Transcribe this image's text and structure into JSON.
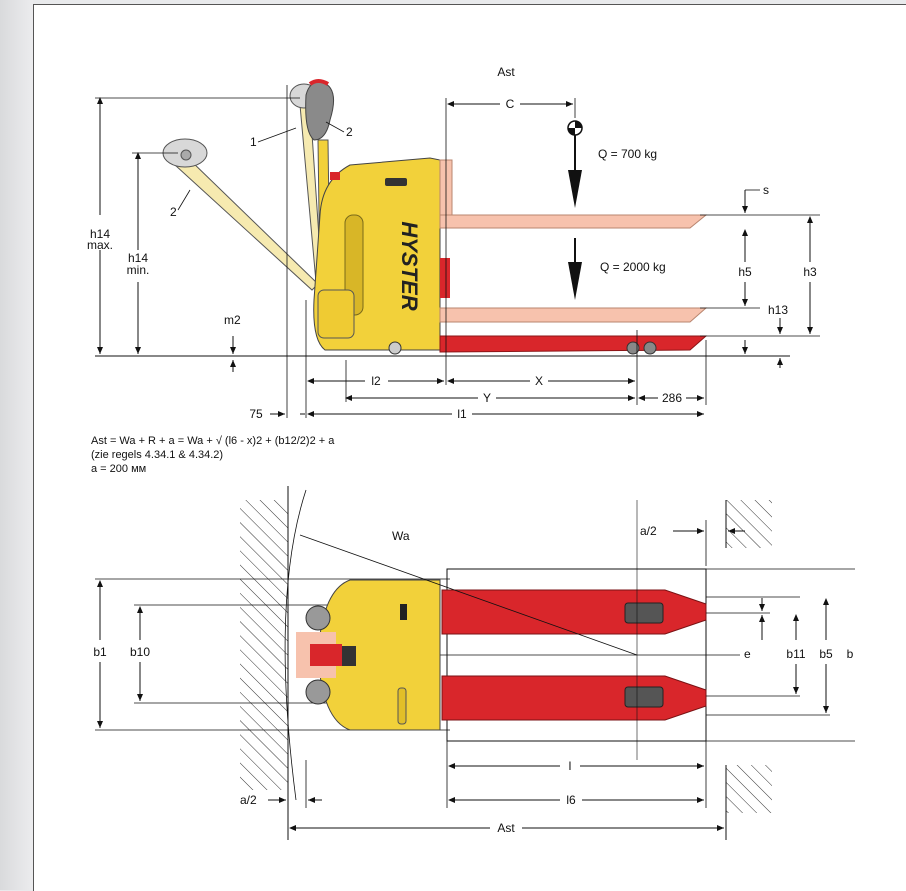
{
  "colors": {
    "truck_yellow": "#f2d13a",
    "fork_red": "#d9262b",
    "fork_pink": "#f7c2ad",
    "line": "#111111",
    "background": "#e9eaec"
  },
  "side_view": {
    "title_ast": "Ast",
    "brand": "HYSTER",
    "labels": {
      "c": "C",
      "load_700": "Q = 700 kg",
      "load_2000": "Q = 2000 kg",
      "s": "s",
      "h14_max_a": "h14",
      "h14_max_b": "max.",
      "h14_min_a": "h14",
      "h14_min_b": "min.",
      "h5": "h5",
      "h3": "h3",
      "h13": "h13",
      "m2": "m2",
      "one": "1",
      "two_a": "2",
      "two_b": "2",
      "l2": "l2",
      "x": "X",
      "y": "Y",
      "l1": "l1",
      "d75": "75",
      "d286": "286"
    }
  },
  "formula": {
    "line1": "Ast = Wa + R + a = Wa + √ (l6 - x)2 + (b12/2)2 + a",
    "line2": "(zie regels 4.34.1 & 4.34.2)",
    "line3": "a = 200 мм"
  },
  "top_view": {
    "labels": {
      "wa": "Wa",
      "a2_top": "a/2",
      "a2_bottom": "a/2",
      "b1": "b1",
      "b10": "b10",
      "e": "e",
      "b11": "b11",
      "b5": "b5",
      "b": "b",
      "l": "l",
      "l6": "l6",
      "ast": "Ast"
    }
  }
}
